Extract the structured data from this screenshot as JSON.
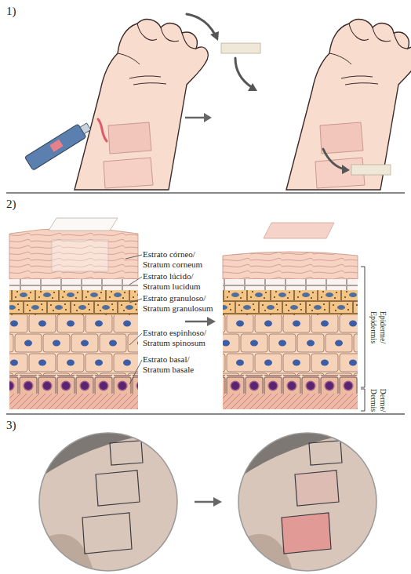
{
  "diagram": {
    "labels": [
      "1)",
      "2)",
      "Estrato córneo/ Stratum corneum",
      "Estrato lúcido/ Stratum lucidum",
      "Estrato granuloso/ Stratum granulosum",
      "Estrato espinhoso/ Stratum spinosum",
      "Estrato basal/ Stratum basale",
      "Epiderme/ Epidermis",
      "Derme/ Dermis",
      "3)"
    ]
  }
}
